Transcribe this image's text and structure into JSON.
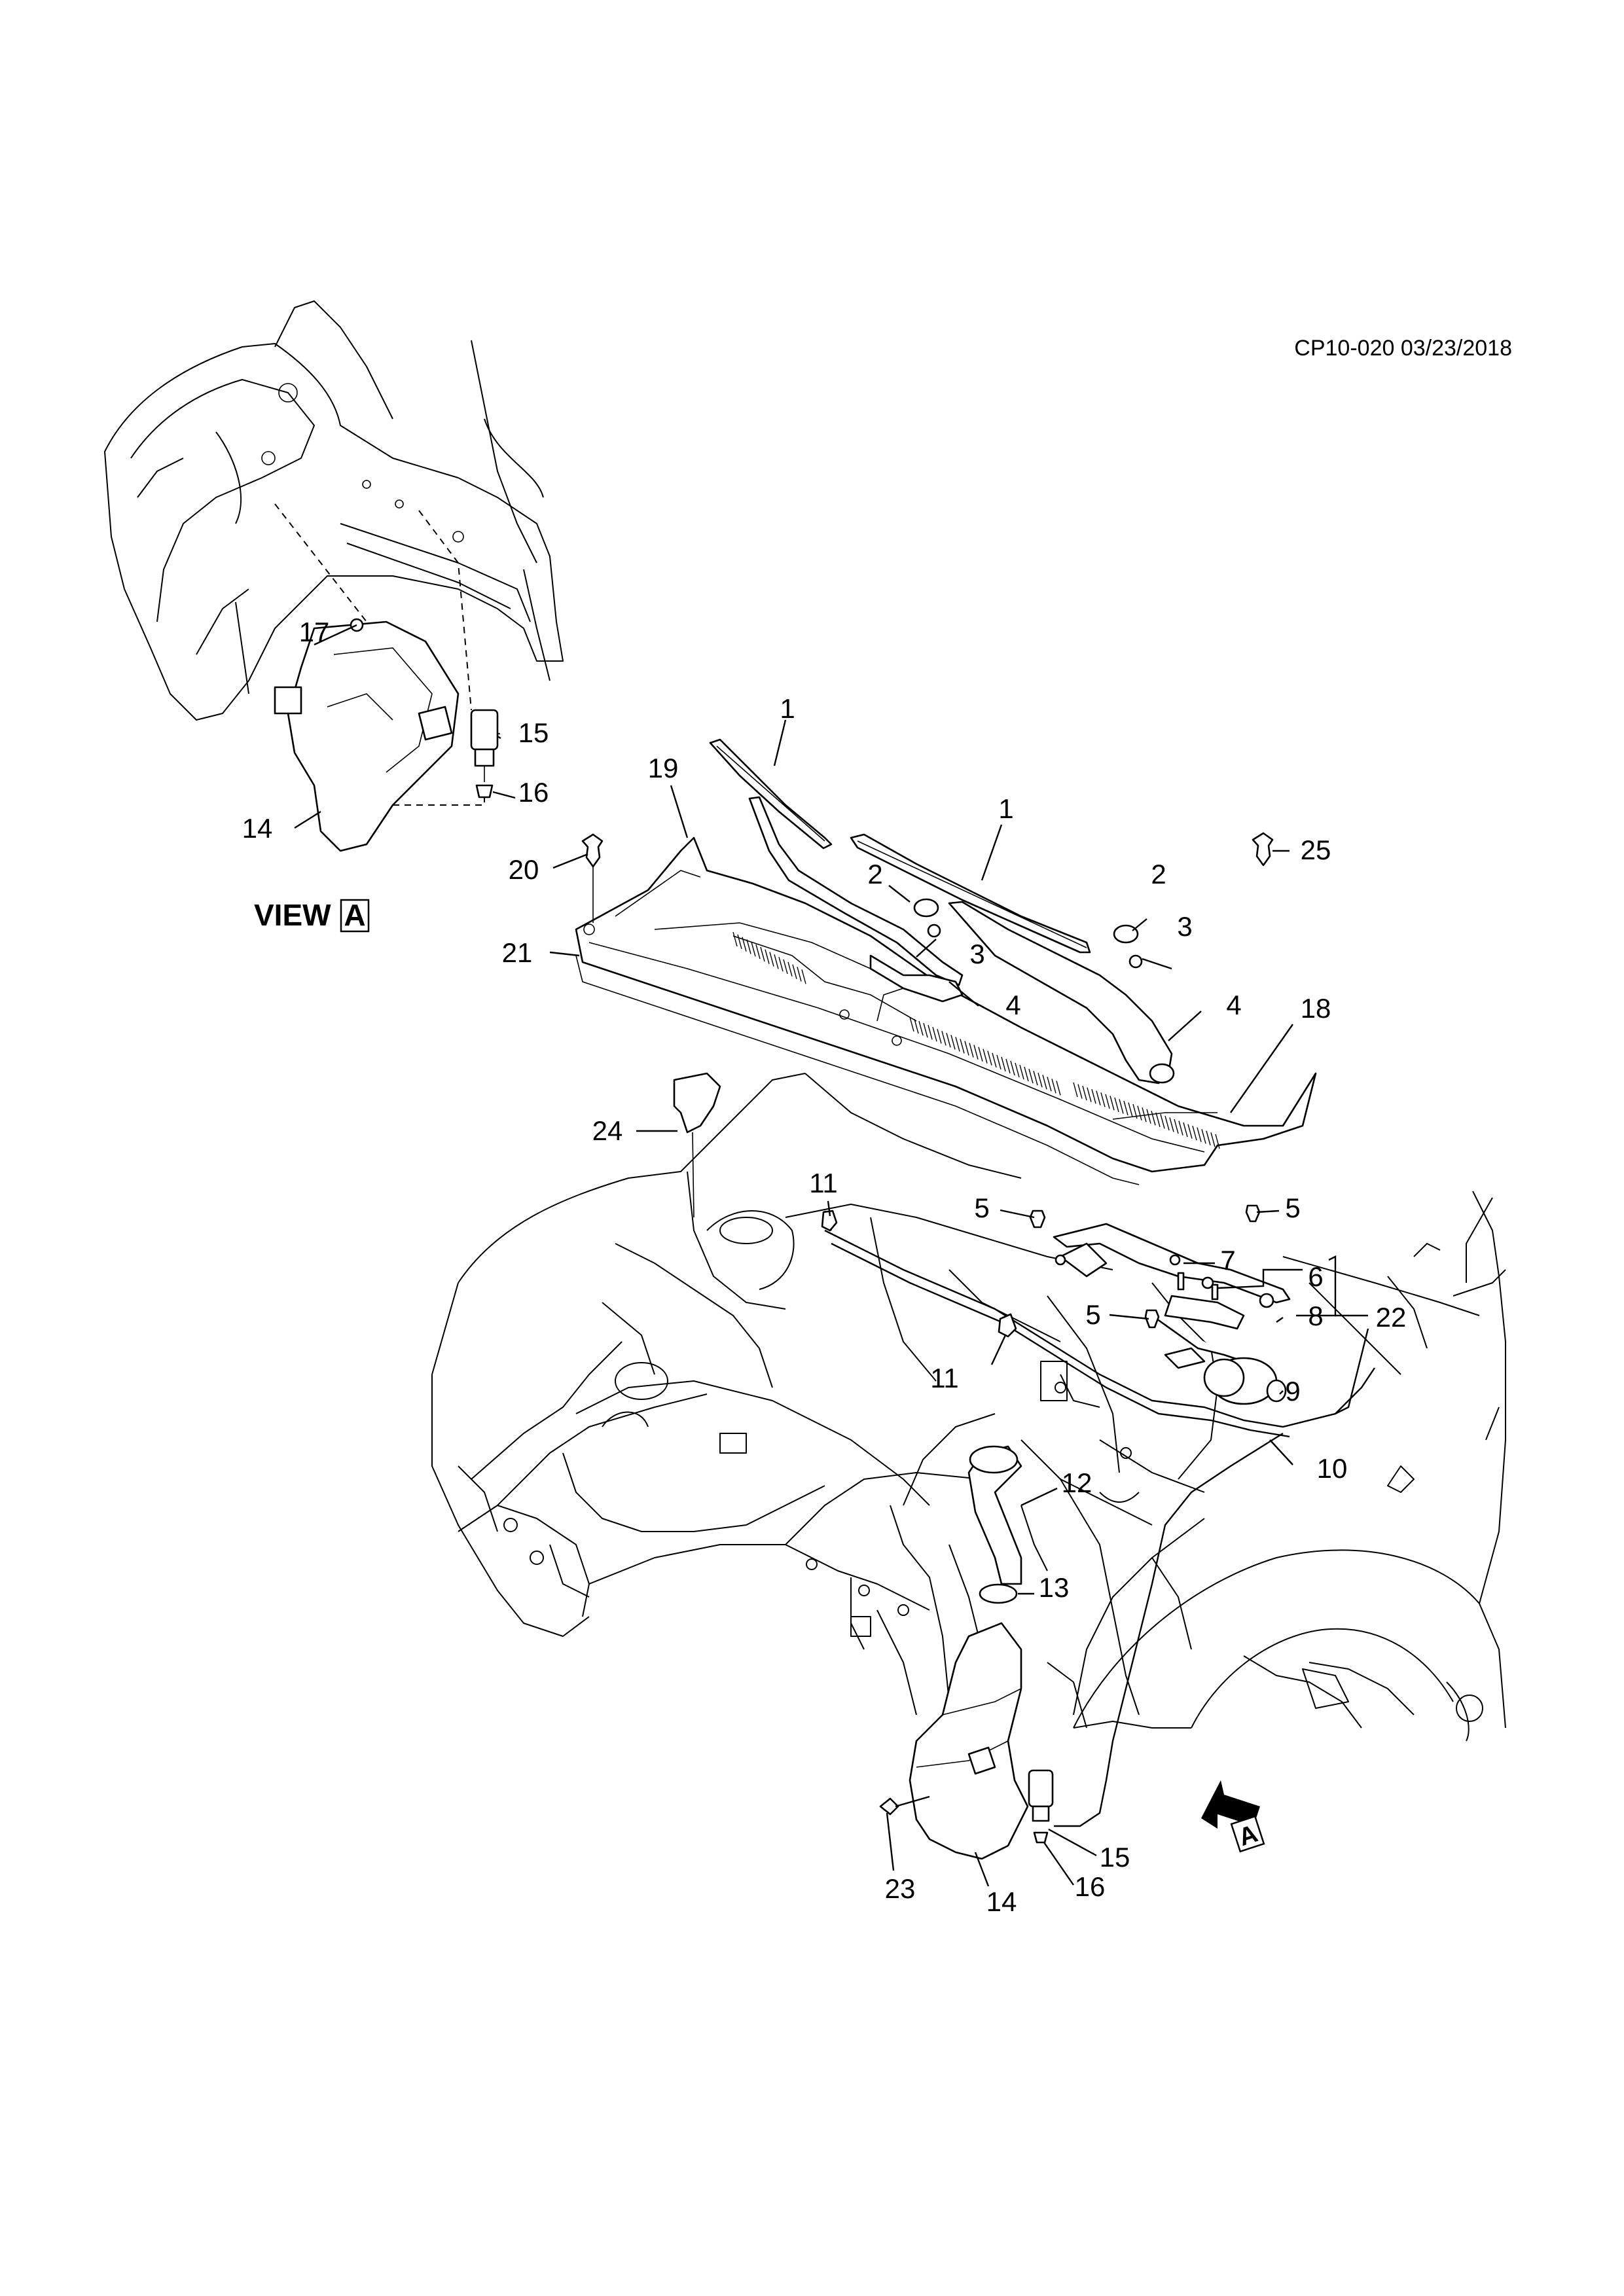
{
  "diagram": {
    "reference_code": "CP10-020 03/23/2018",
    "view_label": "VIEW",
    "view_letter": "A",
    "view_arrow_letter": "A",
    "callouts": [
      {
        "id": "c1a",
        "text": "1"
      },
      {
        "id": "c1b",
        "text": "1"
      },
      {
        "id": "c2a",
        "text": "2"
      },
      {
        "id": "c2b",
        "text": "2"
      },
      {
        "id": "c3a",
        "text": "3"
      },
      {
        "id": "c3b",
        "text": "3"
      },
      {
        "id": "c4a",
        "text": "4"
      },
      {
        "id": "c4b",
        "text": "4"
      },
      {
        "id": "c5a",
        "text": "5"
      },
      {
        "id": "c5b",
        "text": "5"
      },
      {
        "id": "c5c",
        "text": "5"
      },
      {
        "id": "c6",
        "text": "6"
      },
      {
        "id": "c7",
        "text": "7"
      },
      {
        "id": "c8",
        "text": "8"
      },
      {
        "id": "c9",
        "text": "9"
      },
      {
        "id": "c10",
        "text": "10"
      },
      {
        "id": "c11a",
        "text": "11"
      },
      {
        "id": "c11b",
        "text": "11"
      },
      {
        "id": "c12",
        "text": "12"
      },
      {
        "id": "c13",
        "text": "13"
      },
      {
        "id": "c14a",
        "text": "14"
      },
      {
        "id": "c14b",
        "text": "14"
      },
      {
        "id": "c15a",
        "text": "15"
      },
      {
        "id": "c15b",
        "text": "15"
      },
      {
        "id": "c16a",
        "text": "16"
      },
      {
        "id": "c16b",
        "text": "16"
      },
      {
        "id": "c17",
        "text": "17"
      },
      {
        "id": "c18",
        "text": "18"
      },
      {
        "id": "c19",
        "text": "19"
      },
      {
        "id": "c20",
        "text": "20"
      },
      {
        "id": "c21",
        "text": "21"
      },
      {
        "id": "c22",
        "text": "22"
      },
      {
        "id": "c23",
        "text": "23"
      },
      {
        "id": "c24",
        "text": "24"
      },
      {
        "id": "c25",
        "text": "25"
      }
    ]
  }
}
